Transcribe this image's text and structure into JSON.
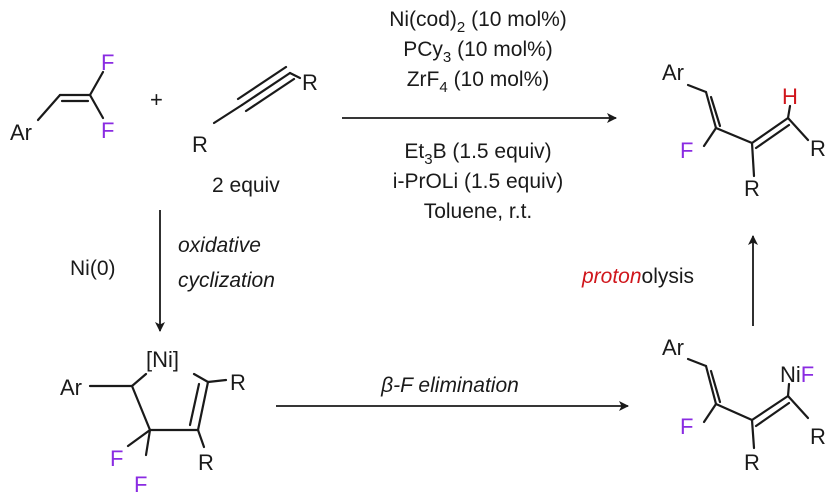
{
  "colors": {
    "fluorine": "#8a2be2",
    "hydrogen": "#d0161c",
    "ink": "#1a1a1a"
  },
  "reactants": {
    "difluoroalkene": {
      "ar": "Ar",
      "f_top": "F",
      "f_bottom": "F"
    },
    "plus": "+",
    "alkyne": {
      "r_top": "R",
      "r_bottom": "R",
      "equiv": "2 equiv"
    }
  },
  "conditions": {
    "above": [
      {
        "pre": "Ni(cod)",
        "sub": "2",
        "post": " (10 mol%)"
      },
      {
        "pre": "PCy",
        "sub": "3",
        "post": " (10 mol%)"
      },
      {
        "pre": "ZrF",
        "sub": "4",
        "post": " (10 mol%)"
      }
    ],
    "below": [
      {
        "pre": "Et",
        "sub": "3",
        "post": "B (1.5 equiv)"
      },
      {
        "pre": "i-PrOLi (1.5 equiv)",
        "sub": "",
        "post": ""
      },
      {
        "pre": "Toluene, r.t.",
        "sub": "",
        "post": ""
      }
    ]
  },
  "product": {
    "ar": "Ar",
    "h": "H",
    "f": "F",
    "r_right": "R",
    "r_bottom": "R"
  },
  "step_oxidative": {
    "reagent": "Ni(0)",
    "line1": "oxidative",
    "line2": "cyclization"
  },
  "metallacycle": {
    "ar": "Ar",
    "ni": "[Ni]",
    "r_right": "R",
    "r_bottom": "R",
    "f1": "F",
    "f2": "F"
  },
  "step_elimination": {
    "beta": "β",
    "rest": "-F elimination"
  },
  "intermediate": {
    "ar": "Ar",
    "ni": "Ni",
    "nf": "F",
    "f": "F",
    "r_right": "R",
    "r_bottom": "R"
  },
  "step_protonolysis": {
    "red": "proton",
    "rest": "olysis"
  }
}
